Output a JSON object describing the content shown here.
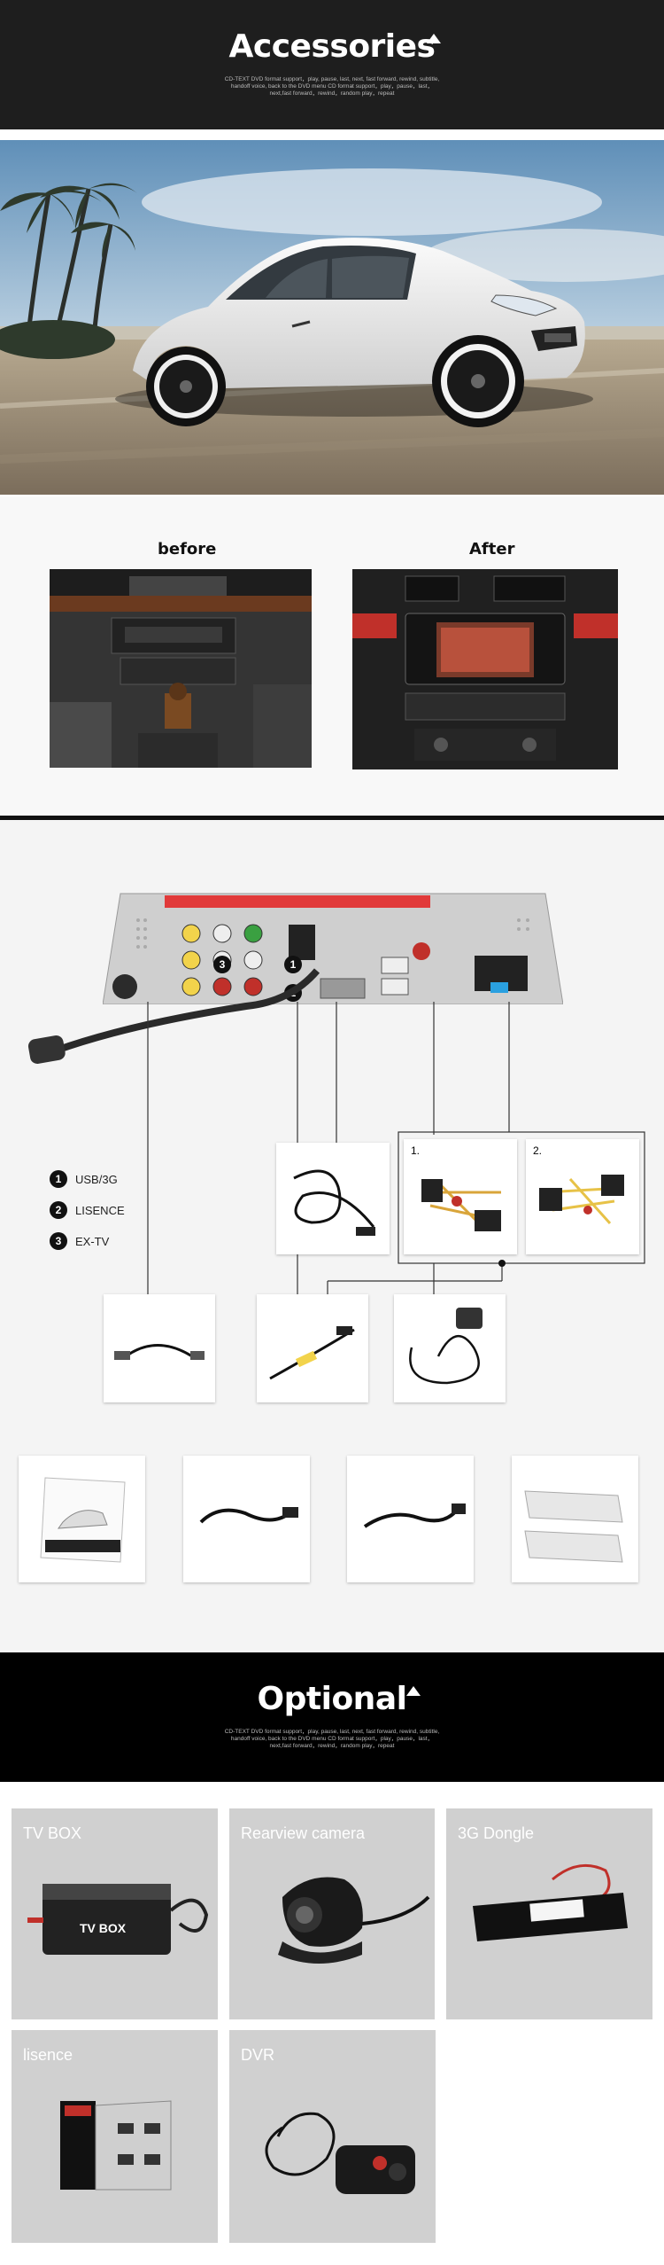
{
  "accessories": {
    "title": "Accessories",
    "subtitle": "CD-TEXT DVD format support，play, pause, last, next, fast forward, rewind, subtitle, handoff voice, back to the DVD menu CD format support，play，pause，last，next,fast forward，rewind，random play，repeat"
  },
  "before_after": {
    "before_label": "before",
    "after_label": "After"
  },
  "connections": {
    "legend": [
      {
        "num": "1",
        "label": "USB/3G"
      },
      {
        "num": "2",
        "label": "LISENCE"
      },
      {
        "num": "3",
        "label": "EX-TV"
      }
    ],
    "harness_1": "1.",
    "harness_2": "2.",
    "unit_markers": [
      "1",
      "2",
      "3"
    ]
  },
  "optional": {
    "title": "Optional",
    "subtitle": "CD-TEXT DVD format support，play, pause, last, next, fast forward, rewind, subtitle, handoff voice, back to the DVD menu CD format support，play，pause，last，next,fast forward，rewind，random play，repeat",
    "items": [
      {
        "label": "TV BOX",
        "device_text": "TV BOX"
      },
      {
        "label": "Rearview camera"
      },
      {
        "label": "3G Dongle"
      },
      {
        "label": "lisence"
      },
      {
        "label": "DVR"
      }
    ]
  },
  "colors": {
    "header_bg": "#1e1e1e",
    "optional_bg": "#000000",
    "card_bg": "#d0d0d0",
    "accent_red": "#d22222"
  }
}
